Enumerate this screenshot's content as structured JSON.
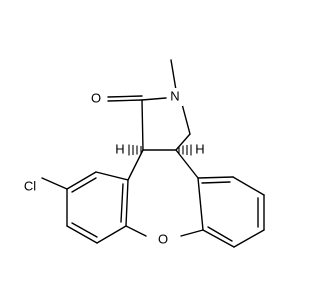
{
  "molecule": {
    "atoms": {
      "carbonyl_oxygen": "O",
      "nitrogen": "N",
      "chlorine": "Cl",
      "ether_oxygen": "O",
      "stereo_h_left": "H",
      "stereo_h_right": "H"
    },
    "colors": {
      "bond": "#000000",
      "background": "#ffffff"
    }
  }
}
